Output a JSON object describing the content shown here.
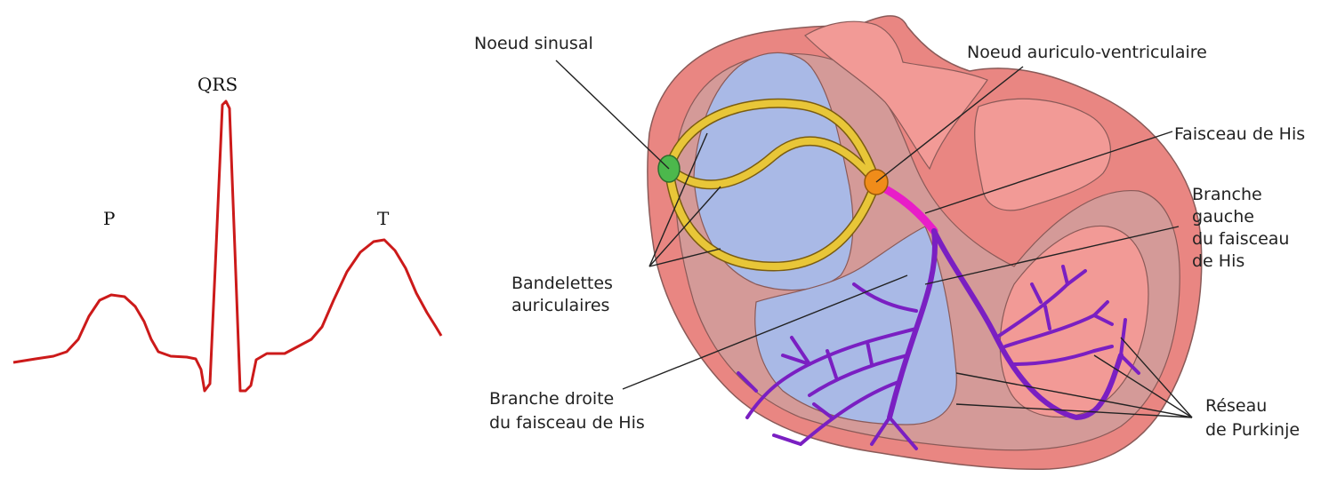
{
  "ecg": {
    "labels": {
      "p": "P",
      "qrs": "QRS",
      "t": "T"
    },
    "trace_color": "#cc1a1a"
  },
  "heart": {
    "colors": {
      "outer_wall": "#e98682",
      "inner_wall": "#d49a98",
      "atrium_muscle": "#f29a96",
      "cavity": "#a9b9e6",
      "atrial_bands": "#e8c638",
      "sinus_node": "#4cb84c",
      "av_node": "#f08c1a",
      "bundle_his": "#e81ec8",
      "purkinje": "#7a1fc2"
    },
    "labels": {
      "sinus_node": "Noeud sinusal",
      "av_node": "Noeud auriculo-ventriculaire",
      "bundle_his": "Faisceau de His",
      "left_branch_1": "Branche",
      "left_branch_2": "gauche",
      "left_branch_3": "du faisceau",
      "left_branch_4": "de His",
      "atrial_bands_1": "Bandelettes",
      "atrial_bands_2": "auriculaires",
      "right_branch_1": "Branche droite",
      "right_branch_2": "du faisceau de His",
      "purkinje_1": "Réseau",
      "purkinje_2": "de Purkinje"
    }
  }
}
